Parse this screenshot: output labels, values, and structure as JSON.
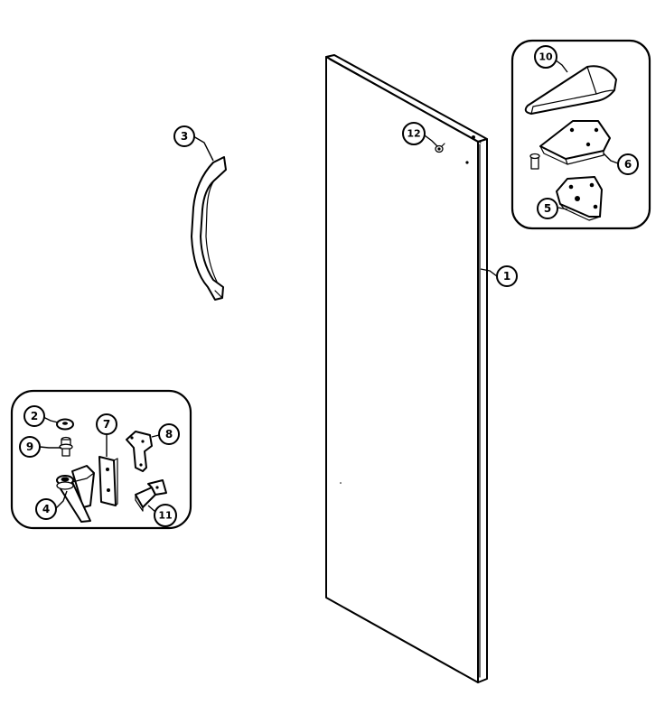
{
  "parts": [
    {
      "number": "1",
      "name": "door"
    },
    {
      "number": "2",
      "name": "washer"
    },
    {
      "number": "3",
      "name": "handle"
    },
    {
      "number": "4",
      "name": "lower-hinge"
    },
    {
      "number": "5",
      "name": "shim-plate"
    },
    {
      "number": "6",
      "name": "upper-hinge"
    },
    {
      "number": "7",
      "name": "hinge-shim"
    },
    {
      "number": "8",
      "name": "bracket"
    },
    {
      "number": "9",
      "name": "hinge-pin"
    },
    {
      "number": "10",
      "name": "hinge-cover"
    },
    {
      "number": "11",
      "name": "door-stop"
    },
    {
      "number": "12",
      "name": "plug"
    }
  ],
  "colors": {
    "line": "#000000",
    "fill": "#ffffff"
  }
}
